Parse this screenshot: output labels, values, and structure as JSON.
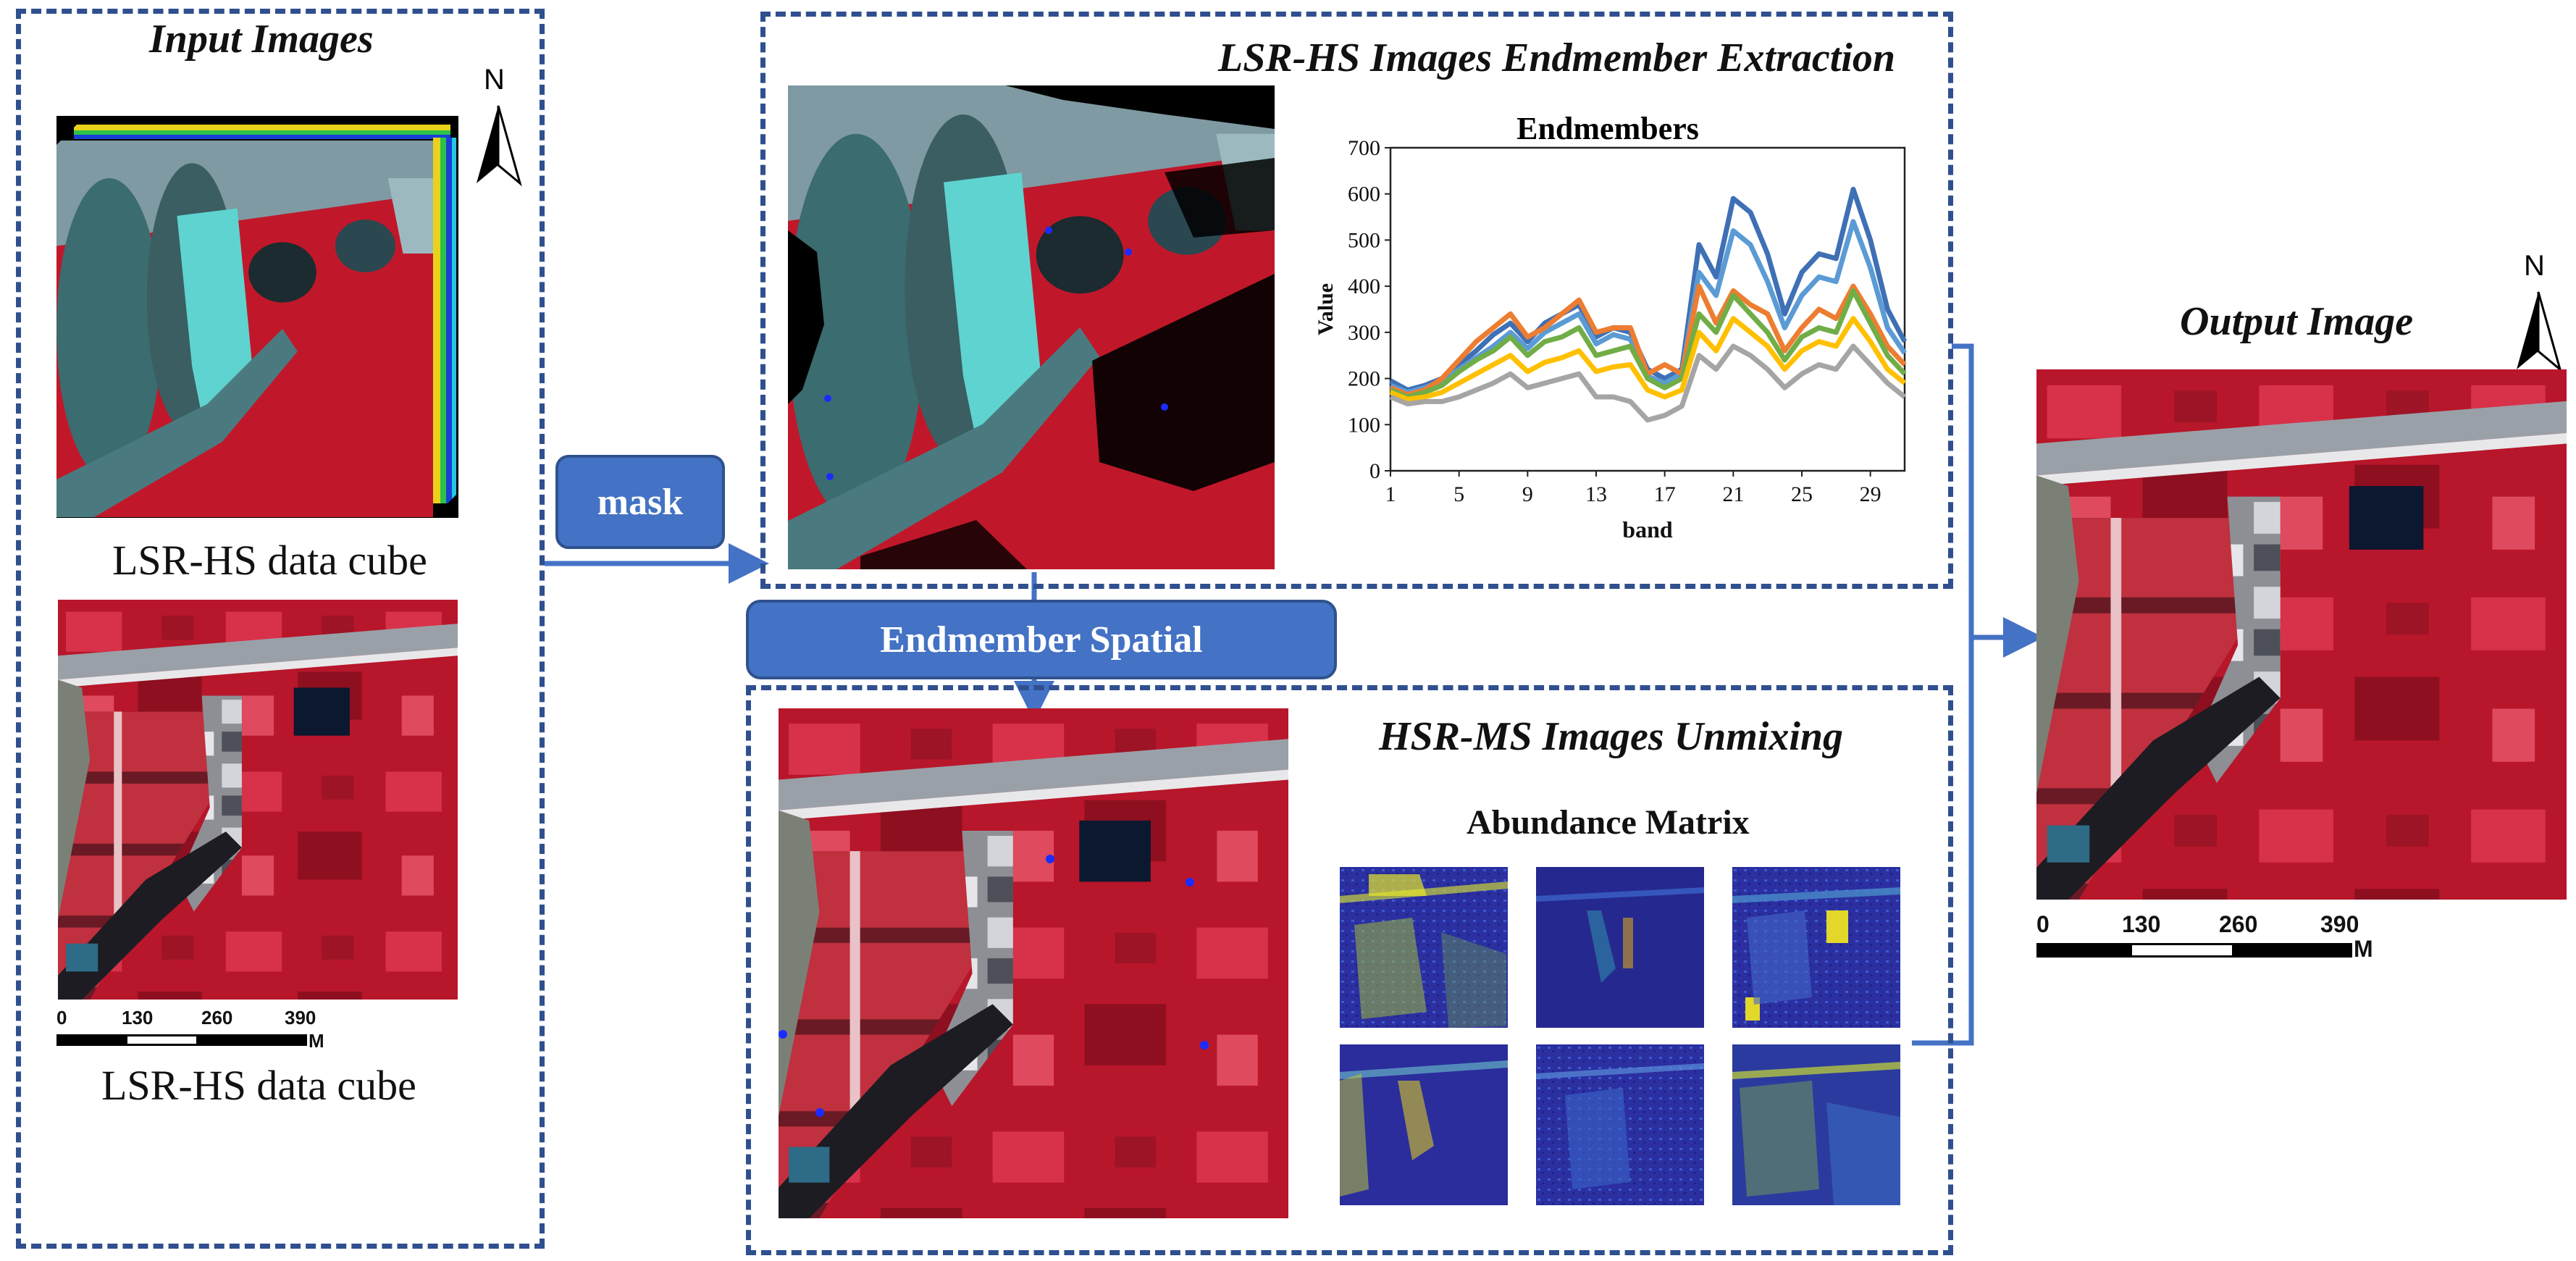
{
  "panels": {
    "input": {
      "title": "Input Images",
      "caption_top": "LSR-HS data cube",
      "caption_bottom": "LSR-HS data cube"
    },
    "extraction": {
      "title": "LSR-HS Images Endmember Extraction"
    },
    "unmixing": {
      "title": "HSR-MS Images Unmixing",
      "abundance_title": "Abundance Matrix"
    },
    "output": {
      "title": "Output Image"
    }
  },
  "buttons": {
    "mask": "mask",
    "endmember_spatial": "Endmember Spatial"
  },
  "north": {
    "label": "N"
  },
  "scalebar": {
    "ticks": [
      "0",
      "130",
      "260",
      "390"
    ],
    "unit": "M"
  },
  "colors": {
    "border": "#2f4f8f",
    "arrow": "#4472c4",
    "button": "#4472c4",
    "vegetation": "#c0182a"
  },
  "chart_data": {
    "type": "line",
    "title": "Endmembers",
    "xlabel": "band",
    "ylabel": "Value",
    "xlim": [
      1,
      31
    ],
    "ylim": [
      0,
      700
    ],
    "xticks": [
      "1",
      "5",
      "9",
      "13",
      "17",
      "21",
      "25",
      "29"
    ],
    "yticks": [
      "0",
      "100",
      "200",
      "300",
      "400",
      "500",
      "600",
      "700"
    ],
    "grid": false,
    "x": [
      1,
      2,
      3,
      4,
      5,
      6,
      7,
      8,
      9,
      10,
      11,
      12,
      13,
      14,
      15,
      16,
      17,
      18,
      19,
      20,
      21,
      22,
      23,
      24,
      25,
      26,
      27,
      28,
      29,
      30,
      31
    ],
    "series": [
      {
        "color": "#3f70b5",
        "values": [
          195,
          175,
          185,
          200,
          230,
          260,
          295,
          320,
          280,
          320,
          340,
          360,
          290,
          310,
          300,
          220,
          200,
          220,
          490,
          420,
          590,
          560,
          470,
          340,
          430,
          470,
          460,
          610,
          500,
          350,
          280
        ]
      },
      {
        "color": "#5b9bd5",
        "values": [
          185,
          170,
          180,
          195,
          220,
          245,
          270,
          300,
          265,
          300,
          320,
          340,
          275,
          295,
          285,
          205,
          190,
          210,
          430,
          380,
          520,
          490,
          410,
          310,
          380,
          420,
          410,
          540,
          440,
          310,
          255
        ]
      },
      {
        "color": "#ed7d31",
        "values": [
          180,
          165,
          175,
          200,
          240,
          280,
          310,
          340,
          290,
          310,
          340,
          370,
          300,
          310,
          310,
          210,
          230,
          210,
          400,
          320,
          390,
          360,
          340,
          260,
          310,
          350,
          330,
          400,
          340,
          270,
          230
        ]
      },
      {
        "color": "#70ad47",
        "values": [
          175,
          160,
          170,
          185,
          215,
          240,
          260,
          290,
          250,
          280,
          290,
          310,
          250,
          260,
          270,
          200,
          180,
          200,
          340,
          300,
          380,
          340,
          300,
          240,
          290,
          310,
          300,
          390,
          320,
          250,
          210
        ]
      },
      {
        "color": "#ffc000",
        "values": [
          170,
          155,
          160,
          170,
          190,
          210,
          230,
          250,
          215,
          235,
          245,
          260,
          215,
          225,
          230,
          175,
          160,
          175,
          300,
          260,
          330,
          300,
          270,
          220,
          260,
          280,
          270,
          330,
          280,
          220,
          190
        ]
      },
      {
        "color": "#a5a5a5",
        "values": [
          160,
          145,
          150,
          150,
          160,
          175,
          190,
          210,
          180,
          190,
          200,
          210,
          160,
          160,
          150,
          110,
          120,
          140,
          250,
          220,
          270,
          250,
          220,
          180,
          210,
          230,
          220,
          270,
          230,
          190,
          160
        ]
      }
    ]
  }
}
